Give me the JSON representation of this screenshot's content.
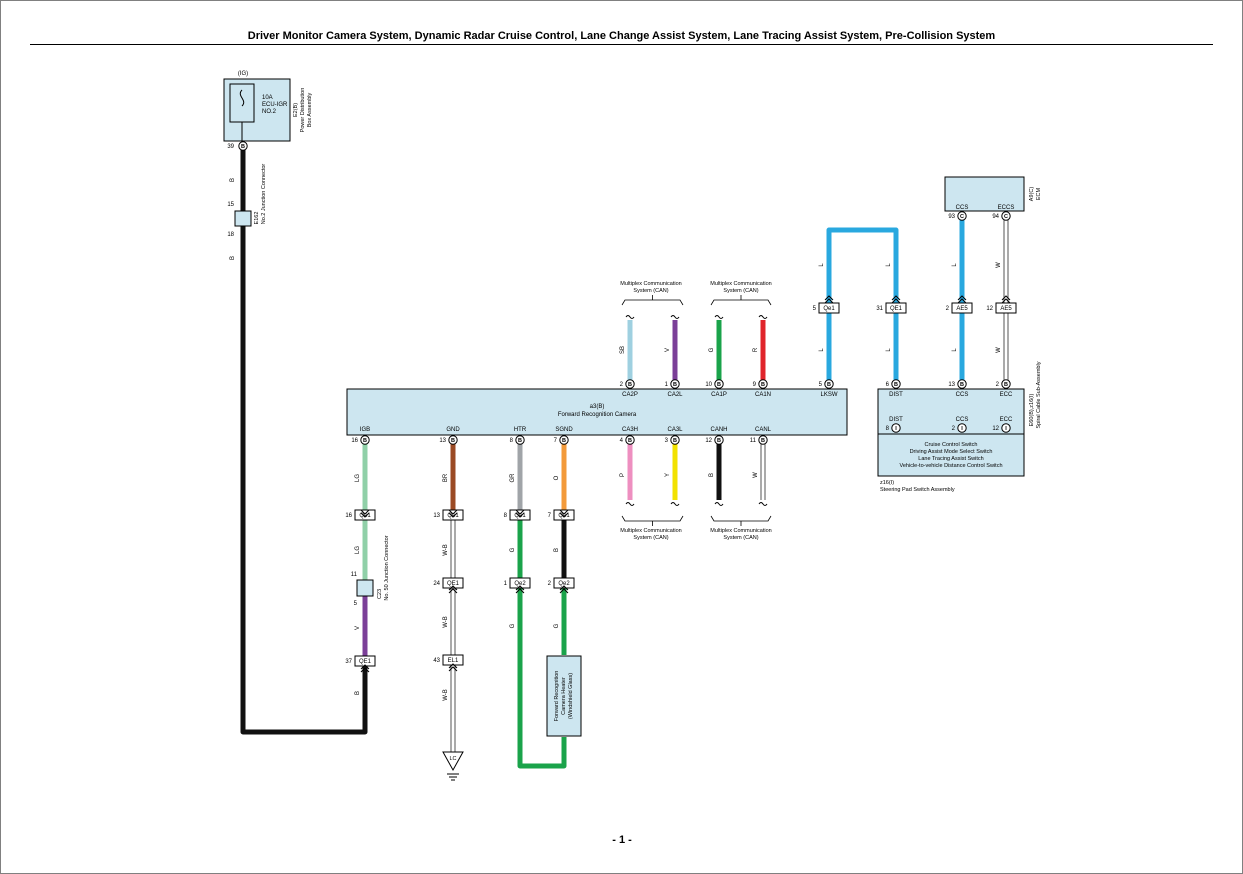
{
  "page": {
    "title": "Driver Monitor Camera System, Dynamic Radar Cruise Control, Lane Change Assist System, Lane Tracing Assist System, Pre-Collision System",
    "page_number": "- 1 -"
  },
  "power_box": {
    "supply_label": "(IG)",
    "fuse_lines": [
      "10A",
      "ECU-IGR",
      "NO.2"
    ],
    "connector_code": "E2(B)",
    "name_lines": [
      "Power Distribution",
      "Box Assembly"
    ],
    "pin": "39",
    "pin_letter": "B"
  },
  "junction_e162": {
    "code": "E162",
    "name": "No.2 Junction Connector",
    "pin_top": "15",
    "pin_bottom": "18",
    "wire_top": "B",
    "wire_bottom": "B"
  },
  "junction_c23": {
    "code": "C23",
    "name": "No. 50 Junction Connector",
    "pin_top": "11",
    "pin_bottom": "5"
  },
  "camera": {
    "code": "a3(B)",
    "name": "Forward Recognition Camera",
    "pins_top": [
      {
        "num": "2",
        "letter": "B",
        "label": "CA2P"
      },
      {
        "num": "1",
        "letter": "B",
        "label": "CA2L"
      },
      {
        "num": "10",
        "letter": "B",
        "label": "CA1P"
      },
      {
        "num": "9",
        "letter": "B",
        "label": "CA1N"
      },
      {
        "num": "5",
        "letter": "B",
        "label": "LKSW"
      }
    ],
    "pins_bottom": [
      {
        "num": "16",
        "letter": "B",
        "label": "IGB"
      },
      {
        "num": "13",
        "letter": "B",
        "label": "GND"
      },
      {
        "num": "8",
        "letter": "B",
        "label": "HTR"
      },
      {
        "num": "7",
        "letter": "B",
        "label": "SGND"
      },
      {
        "num": "4",
        "letter": "B",
        "label": "CA3H"
      },
      {
        "num": "3",
        "letter": "B",
        "label": "CA3L"
      },
      {
        "num": "12",
        "letter": "B",
        "label": "CANH"
      },
      {
        "num": "11",
        "letter": "B",
        "label": "CANL"
      }
    ]
  },
  "can_labels": {
    "top_left": [
      "Multiplex Communication",
      "System (CAN)"
    ],
    "top_right": [
      "Multiplex Communication",
      "System (CAN)"
    ],
    "bottom_left": [
      "Multiplex Communication",
      "System (CAN)"
    ],
    "bottom_right": [
      "Multiplex Communication",
      "System (CAN)"
    ]
  },
  "wires_top": [
    {
      "color_code": "SB",
      "hex": "#9fd0e0"
    },
    {
      "color_code": "V",
      "hex": "#7b3f98"
    },
    {
      "color_code": "G",
      "hex": "#1aa34a"
    },
    {
      "color_code": "R",
      "hex": "#e0242b"
    }
  ],
  "lksw_wire": {
    "color_code": "L",
    "hex": "#29a8df",
    "connector": "Qe1",
    "pin": "5"
  },
  "spiral": {
    "code": "E60(B),z16(I)",
    "name": "Spiral Cable Sub-Assembly",
    "pins_top": [
      {
        "num": "6",
        "letter": "B",
        "label": "DIST"
      },
      {
        "num": "13",
        "letter": "B",
        "label": "CCS"
      },
      {
        "num": "2",
        "letter": "B",
        "label": "ECC"
      }
    ],
    "pins_bottom": [
      {
        "num": "8",
        "letter": "I",
        "label": "DIST"
      },
      {
        "num": "2",
        "letter": "I",
        "label": "CCS"
      },
      {
        "num": "12",
        "letter": "I",
        "label": "ECC"
      }
    ]
  },
  "ecm": {
    "code": "A9(C)",
    "name": "ECM",
    "pins": [
      {
        "num": "93",
        "letter": "C",
        "label": "CCS"
      },
      {
        "num": "94",
        "letter": "C",
        "label": "ECCS"
      }
    ]
  },
  "right_connectors": [
    {
      "pin": "31",
      "name": "QE1",
      "wire": "L"
    },
    {
      "pin": "2",
      "name": "AE5",
      "wire": "L"
    },
    {
      "pin": "12",
      "name": "AE5",
      "wire": "W"
    }
  ],
  "steering_pad": {
    "code": "z16(I)",
    "name": "Steering Pad Switch Assembly",
    "lines": [
      "Cruise Control Switch",
      "Driving Assist Mode Select Switch",
      "Lane Tracing Assist Switch",
      "Vehicle-to-vehicle Distance Control Switch"
    ]
  },
  "bottom_wires": {
    "igb": {
      "upper": "LG",
      "mid": "LG",
      "lower": "V",
      "bottom": "B",
      "c1": {
        "pin": "16",
        "name": "Qe1"
      },
      "c2": {
        "pin": "37",
        "name": "QE1"
      }
    },
    "gnd": {
      "upper": "BR",
      "w1": "W-B",
      "w2": "W-B",
      "w3": "W-B",
      "c1": {
        "pin": "13",
        "name": "Qe1"
      },
      "c2": {
        "pin": "24",
        "name": "QE1"
      },
      "c3": {
        "pin": "43",
        "name": "EL1"
      },
      "ground": "LC"
    },
    "htr": {
      "upper": "GR",
      "mid": "G",
      "lower": "G",
      "c1": {
        "pin": "8",
        "name": "Qe1"
      },
      "c2": {
        "pin": "1",
        "name": "Qe2"
      }
    },
    "sgnd": {
      "upper": "O",
      "mid": "B",
      "lower": "G",
      "c1": {
        "pin": "7",
        "name": "Qe1"
      },
      "c2": {
        "pin": "2",
        "name": "Qe2"
      }
    },
    "can": [
      {
        "code": "P",
        "hex": "#ee8fc0"
      },
      {
        "code": "Y",
        "hex": "#f2e200"
      },
      {
        "code": "B",
        "hex": "#111111"
      },
      {
        "code": "W",
        "hex": "#ffffff"
      }
    ]
  },
  "heater": {
    "lines": [
      "Forward Recognition",
      "Camera Heater",
      "(Windshield Glass)"
    ]
  },
  "colors": {
    "box_fill": "#cde6f0",
    "LG": "#90d0a8",
    "BR": "#9b4a24",
    "GR": "#a0a4a8",
    "O": "#f39a3a",
    "G": "#1aa34a",
    "V": "#7b3f98",
    "B": "#111111",
    "L": "#29a8df"
  }
}
